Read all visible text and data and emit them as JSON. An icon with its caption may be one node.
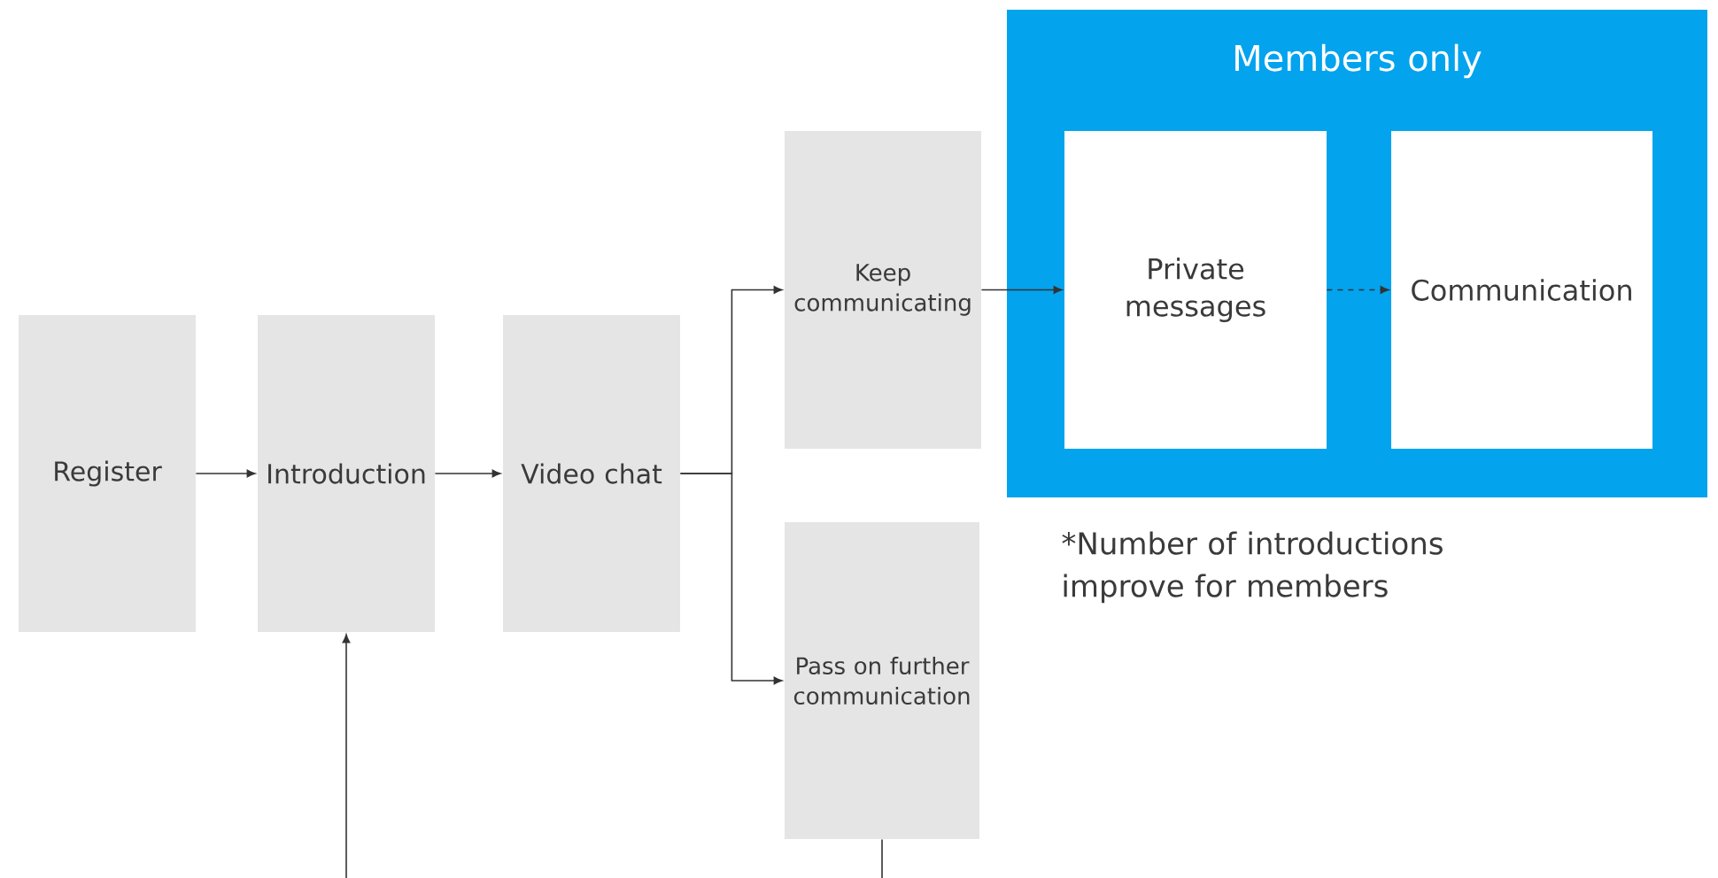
{
  "diagram": {
    "nodes": [
      {
        "text": [
          "Register"
        ]
      },
      {
        "text": [
          "Introduction"
        ]
      },
      {
        "text": [
          "Video chat"
        ]
      },
      {
        "text": [
          "Keep communicating"
        ]
      },
      {
        "text": [
          "Pass on further communication"
        ]
      },
      {
        "text": [
          "Members only"
        ]
      },
      {
        "text": [
          "Private messages"
        ],
        "in": 5
      },
      {
        "text": [
          "Communication"
        ],
        "in": 5
      }
    ],
    "edges": [
      {
        "from": 0,
        "to": 1,
        "arrow": "to"
      },
      {
        "from": 1,
        "to": 2,
        "arrow": "to"
      },
      {
        "from": 2,
        "to": 3,
        "arrow": "to"
      },
      {
        "from": 2,
        "to": 4,
        "arrow": "to"
      },
      {
        "from": 3,
        "to": 6,
        "arrow": "to"
      },
      {
        "from": 6,
        "to": 7,
        "arrow": "to",
        "style": "dashed"
      },
      {
        "from": 4,
        "to": null,
        "arrow": "none"
      },
      {
        "from": null,
        "to": 1,
        "arrow": "to"
      }
    ],
    "labels": [
      "*Number of introductions improve for members"
    ]
  }
}
